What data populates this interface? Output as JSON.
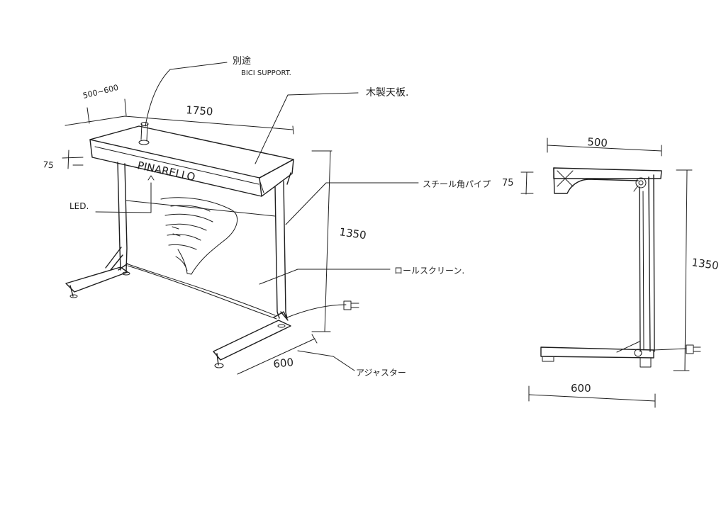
{
  "ink_color": "#1e1e1e",
  "paper_color": "#ffffff",
  "perspective_view": {
    "dim_width": "1750",
    "dim_depth_top": "500~600",
    "dim_board_thickness": "75",
    "dim_height": "1350",
    "dim_base_depth": "600",
    "brand_text": "PINARELLO",
    "note_bike_support_jp": "別途",
    "note_bike_support_en": "BICI SUPPORT.",
    "note_wood_top": "木製天板.",
    "note_led": "LED.",
    "note_steel_pipe": "スチール角パイプ",
    "note_roll_screen": "ロールスクリーン.",
    "note_adjuster": "アジャスター"
  },
  "side_view": {
    "dim_top_depth": "500",
    "dim_board_thickness": "75",
    "dim_height": "1350",
    "dim_base_depth": "600"
  }
}
